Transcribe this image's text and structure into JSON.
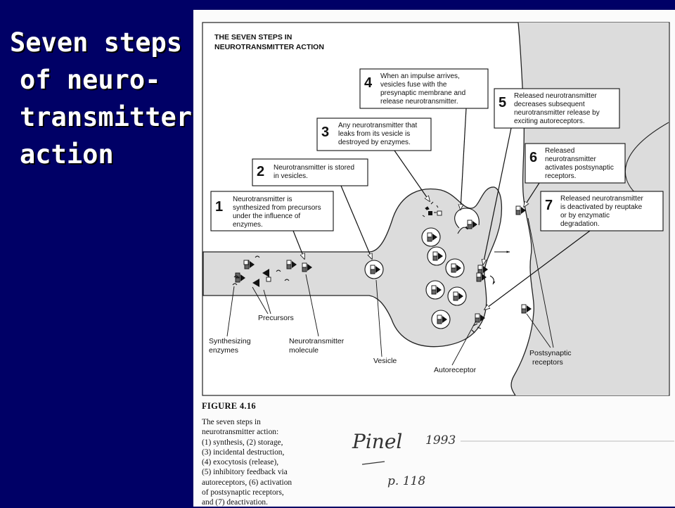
{
  "slide": {
    "title_lines": [
      "Seven steps",
      "of neuro-",
      "transmitter",
      "action"
    ],
    "background_color": "#000066",
    "title_color": "#ffffff"
  },
  "figure": {
    "header_lines": [
      "THE SEVEN STEPS IN",
      "NEUROTRANSMITTER ACTION"
    ],
    "steps": [
      {
        "number": "1",
        "lines": [
          "Neurotransmitter is",
          "synthesized from precursors",
          "under the influence of",
          "enzymes."
        ]
      },
      {
        "number": "2",
        "lines": [
          "Neurotransmitter is stored",
          "in vesicles."
        ]
      },
      {
        "number": "3",
        "lines": [
          "Any neurotransmitter that",
          "leaks from its vesicle is",
          "destroyed by enzymes."
        ]
      },
      {
        "number": "4",
        "lines": [
          "When an impulse arrives,",
          "vesicles fuse with the",
          "presynaptic membrane and",
          "release neurotransmitter."
        ]
      },
      {
        "number": "5",
        "lines": [
          "Released neurotransmitter",
          "decreases subsequent",
          "neurotransmitter release by",
          "exciting autoreceptors."
        ]
      },
      {
        "number": "6",
        "lines": [
          "Released",
          "neurotransmitter",
          "activates postsynaptic",
          "receptors."
        ]
      },
      {
        "number": "7",
        "lines": [
          "Released neurotransmitter",
          "is deactivated by reuptake",
          "or by enzymatic",
          "degradation."
        ]
      }
    ],
    "labels": {
      "precursors": "Precursors",
      "synthesizing_enzymes": [
        "Synthesizing",
        "enzymes"
      ],
      "neurotransmitter_molecule": [
        "Neurotransmitter",
        "molecule"
      ],
      "vesicle": "Vesicle",
      "autoreceptor": "Autoreceptor",
      "postsynaptic_receptors": [
        "Postsynaptic",
        "receptors"
      ]
    },
    "caption": {
      "figure_number": "FIGURE 4.16",
      "lines": [
        "The seven steps in",
        "neurotransmitter action:",
        "(1) synthesis, (2) storage,",
        "(3) incidental destruction,",
        "(4) exocytosis (release),",
        "(5) inhibitory feedback via",
        "autoreceptors, (6) activation",
        "of postsynaptic receptors,",
        "and (7) deactivation."
      ]
    },
    "handwritten_note": {
      "author": "Pinel",
      "year": "1993",
      "page": "p. 118"
    }
  }
}
